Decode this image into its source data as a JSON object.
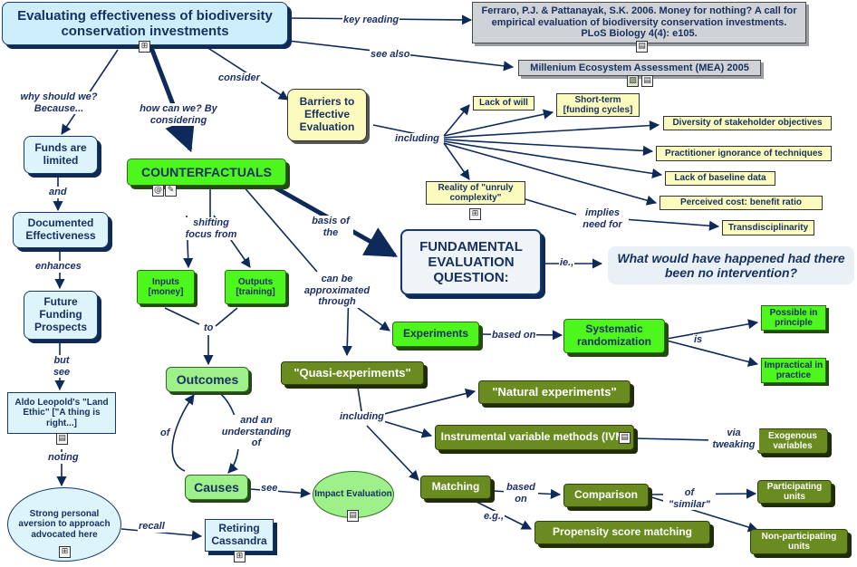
{
  "nodes": {
    "title": "Evaluating effectiveness of biodiversity conservation investments",
    "ferraro": "Ferraro, P.J. & Pattanayak, S.K. 2006. Money for nothing? A call for empirical evaluation of biodiversity conservation investments.  PLoS Biology 4(4): e105.",
    "mea": "Millenium Ecosystem Assessment (MEA) 2005",
    "barriers": "Barriers to Effective Evaluation",
    "lack_will": "Lack of will",
    "short_term": "Short-term [funding cycles]",
    "diversity": "Diversity of stakeholder objectives",
    "practitioner": "Practitioner ignorance of techniques",
    "baseline": "Lack of baseline data",
    "reality": "Reality of \"unruly complexity\"",
    "cost_benefit": "Perceived cost: benefit ratio",
    "transdisc": "Transdisciplinarity",
    "funds": "Funds are limited",
    "documented": "Documented Effectiveness",
    "future": "Future Funding Prospects",
    "leopold": "Aldo Leopold's \"Land Ethic\" [\"A thing is right...]",
    "aversion": "Strong personal aversion to approach advocated here",
    "counterfactuals": "COUNTERFACTUALS",
    "fundamental": "FUNDAMENTAL EVALUATION QUESTION:",
    "what_would": "What would have happened had there been no intervention?",
    "inputs": "Inputs [money]",
    "outputs": "Outputs [training]",
    "outcomes": "Outcomes",
    "causes": "Causes",
    "impact": "Impact Evaluation",
    "retiring": "Retiring Cassandra",
    "experiments": "Experiments",
    "systematic": "Systematic randomization",
    "possible": "Possible in principle",
    "impractical": "Impractical in practice",
    "quasi": "\"Quasi-experiments\"",
    "natural": "\"Natural experiments\"",
    "ivm": "Instrumental variable methods (IVM)",
    "exogenous": "Exogenous variables",
    "matching": "Matching",
    "comparison": "Comparison",
    "participating": "Participating units",
    "non_participating": "Non-participating units",
    "propensity": "Propensity score matching"
  },
  "links": {
    "key_reading": "key reading",
    "see_also": "see also",
    "consider": "consider",
    "why": "why should we? Because...",
    "how": "how can we? By considering",
    "and": "and",
    "enhances": "enhances",
    "but_see": "but see",
    "noting": "noting",
    "recall": "recall",
    "including1": "including",
    "implies": "implies need for",
    "basis": "basis of the",
    "ie": "ie.,",
    "shifting": "shifting focus from",
    "to": "to",
    "of": "of",
    "understanding": "and an understanding of",
    "see": "see",
    "approximated": "can be approximated through",
    "based_on1": "based on",
    "is": "is",
    "including2": "including",
    "via": "via tweaking",
    "based_on2": "based on",
    "of_similar": "of \"similar\"",
    "eg": "e.g.,"
  },
  "icons": [
    "concept-map-icon",
    "document-icon",
    "image-icon",
    "web-link-icon"
  ],
  "colors": {
    "line": "#0e2a5a",
    "title_fill": "#cdeffc",
    "pale_fill": "#ddf4fb",
    "yellow_fill": "#fbfbbd",
    "light_green": "#9ef08a",
    "bright_green": "#4df61d",
    "olive": "#6a8b20",
    "grey": "#cfd2d6",
    "question_fill": "#eef4f8"
  }
}
